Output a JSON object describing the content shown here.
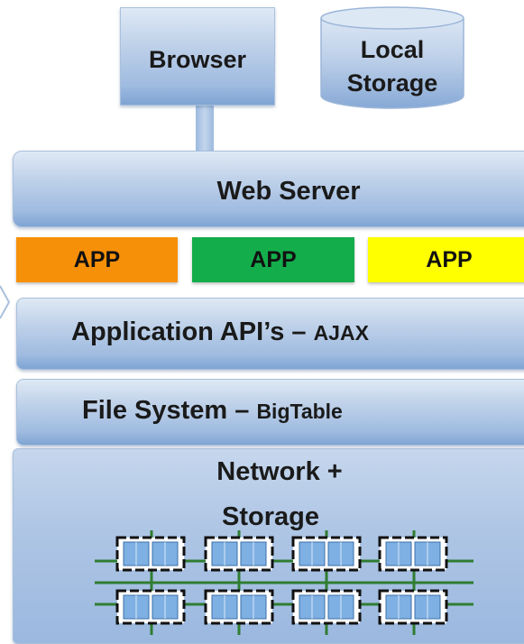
{
  "client": {
    "browser_label": "Browser",
    "local_storage_line1": "Local",
    "local_storage_line2": "Storage"
  },
  "layers": {
    "web_server": "Web Server",
    "apps": [
      {
        "label": "APP",
        "color": "#f79009"
      },
      {
        "label": "APP",
        "color": "#13ae4b"
      },
      {
        "label": "APP",
        "color": "#ffff00"
      }
    ],
    "api_main": "Application API’s – ",
    "api_sub": "AJAX",
    "fs_main": "File System – ",
    "fs_sub": "BigTable",
    "network_line1": "Network +",
    "network_line2": "Storage"
  },
  "colors": {
    "layer_blue": "#9fbbe0",
    "node_frame": "#111111",
    "link_green": "#2f7d32"
  }
}
